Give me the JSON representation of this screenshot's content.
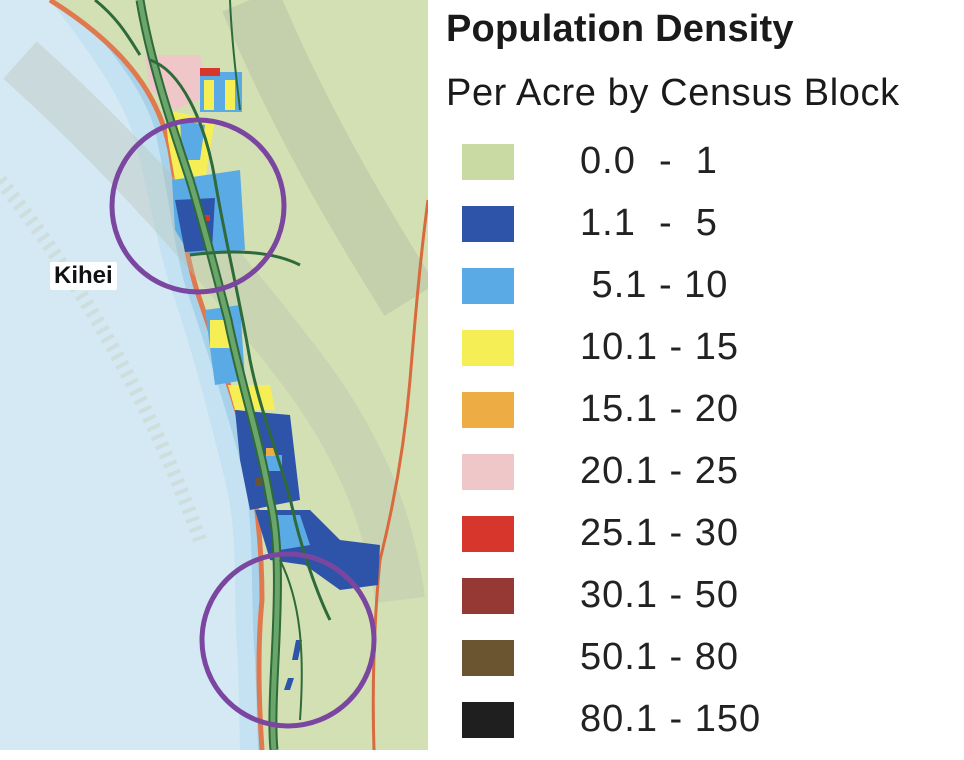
{
  "map": {
    "place_label": "Kihei",
    "colors": {
      "land": "#d2dfb5",
      "ocean": "#bfdff0",
      "ocean_deep": "#9fcbe6",
      "shore": "#e8f4fa",
      "road": "#2e6a3a",
      "road_fill": "#6aa56a",
      "boundary": "#d8653d",
      "circle": "#7a46a0",
      "highway_shadow": "#a6ad96"
    },
    "circle_highlights": 2
  },
  "legend": {
    "title": "Population Density",
    "subtitle": "Per Acre by Census Block",
    "items": [
      {
        "label": "0.0  -  1",
        "color": "#c9dba3"
      },
      {
        "label": "1.1  -  5",
        "color": "#2d54a8"
      },
      {
        "label": " 5.1 - 10",
        "color": "#5aaae6"
      },
      {
        "label": "10.1 - 15",
        "color": "#f6ee55"
      },
      {
        "label": "15.1 - 20",
        "color": "#eeac45"
      },
      {
        "label": "20.1 - 25",
        "color": "#efc7c9"
      },
      {
        "label": "25.1 - 30",
        "color": "#d6362c"
      },
      {
        "label": "30.1 - 50",
        "color": "#963834"
      },
      {
        "label": "50.1 - 80",
        "color": "#6b5430"
      },
      {
        "label": "80.1 - 150",
        "color": "#1f1f1f"
      }
    ]
  }
}
